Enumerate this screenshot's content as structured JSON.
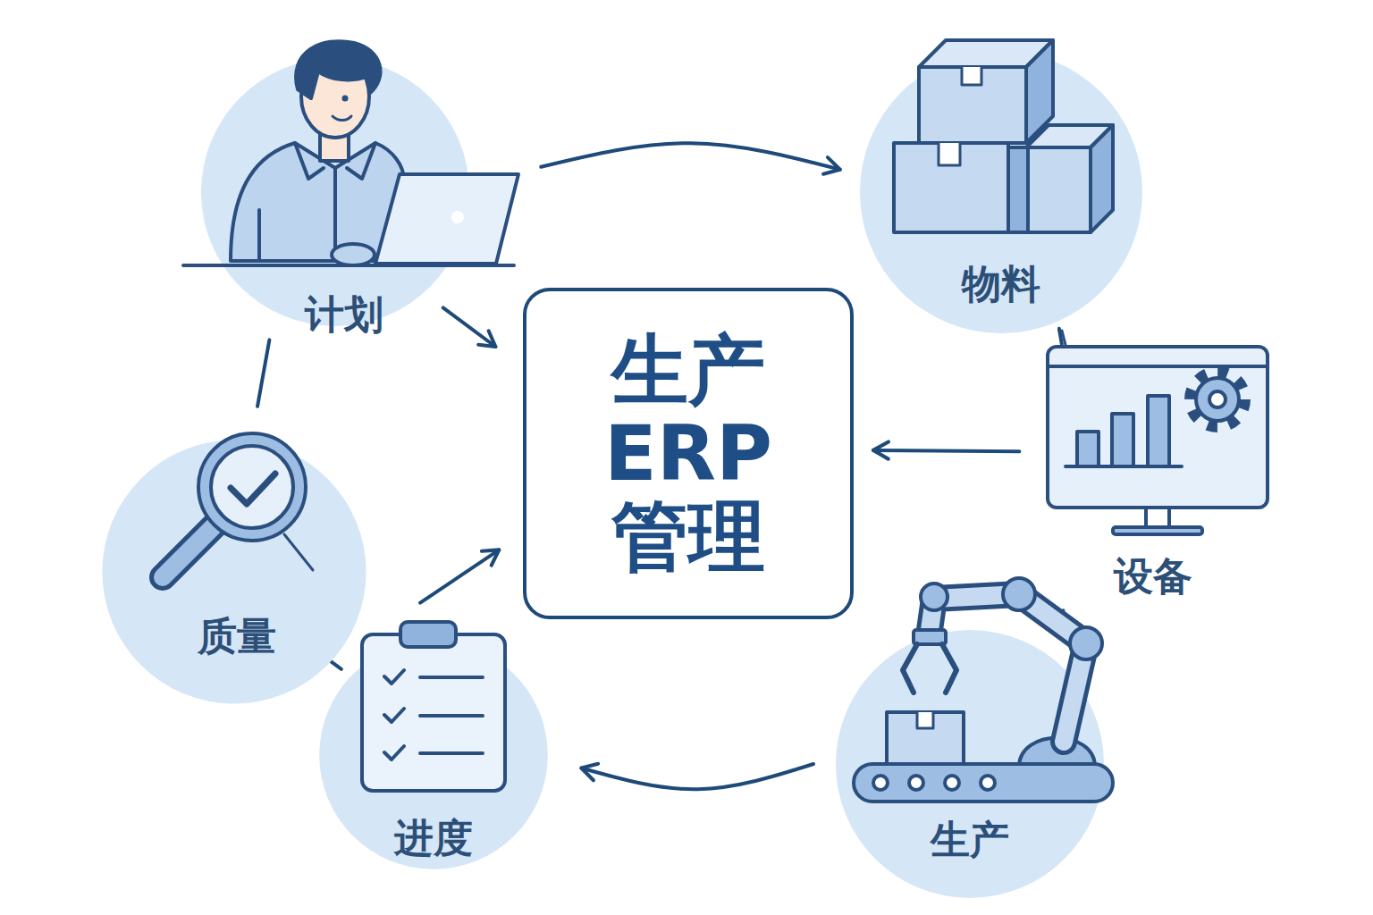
{
  "diagram": {
    "nodes": [
      {
        "text": [
          "计划"
        ]
      },
      {
        "text": [
          "物料"
        ]
      },
      {
        "text": [
          "生产 ERP 管理"
        ]
      },
      {
        "text": [
          "设备"
        ]
      },
      {
        "text": [
          "质量"
        ]
      },
      {
        "text": [
          "进度"
        ]
      },
      {
        "text": [
          "生产"
        ]
      }
    ],
    "edges": [
      {
        "from": 0,
        "to": 1,
        "arrow": "to"
      },
      {
        "from": 0,
        "to": 2,
        "arrow": "to"
      },
      {
        "from": 3,
        "to": 2,
        "arrow": "to"
      },
      {
        "from": 5,
        "to": 2,
        "arrow": "to"
      },
      {
        "from": 6,
        "to": 5,
        "arrow": "to"
      },
      {
        "from": 0,
        "to": 4,
        "arrow": "none"
      },
      {
        "from": 4,
        "to": 5,
        "arrow": "none"
      },
      {
        "from": 1,
        "to": 3,
        "arrow": "none"
      },
      {
        "from": 3,
        "to": 6,
        "arrow": "none"
      }
    ]
  }
}
